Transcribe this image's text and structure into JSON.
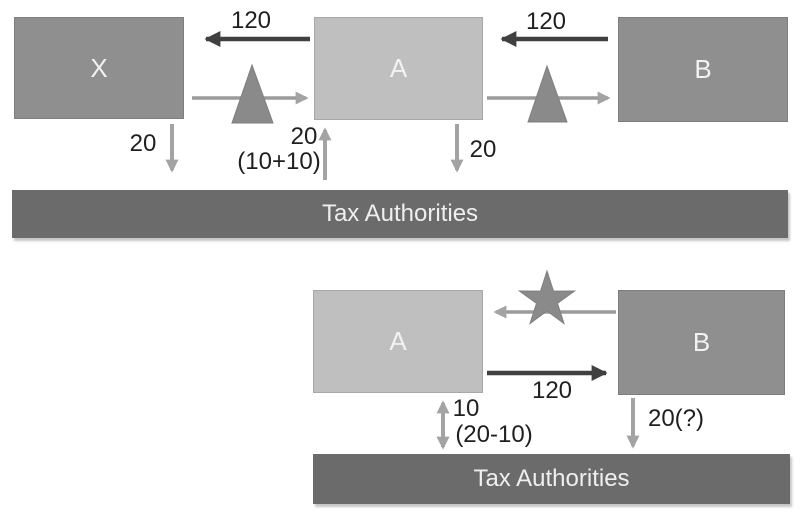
{
  "scenario_top": {
    "box_x_label": "X",
    "box_a_label": "A",
    "box_b_label": "B",
    "payment_b_to_a": "120",
    "payment_a_to_x": "120",
    "tax_x_down": "20",
    "tax_a_up": "20",
    "tax_a_up_detail": "(10+10)",
    "tax_a_down": "20",
    "bar_label": "Tax Authorities"
  },
  "scenario_bottom": {
    "box_a_label": "A",
    "box_b_label": "B",
    "payment_a_to_b": "120",
    "tax_a": "10",
    "tax_a_detail": "(20-10)",
    "tax_b": "20(?)",
    "bar_label": "Tax Authorities"
  },
  "colors": {
    "box_dark": "#8f8f8f",
    "box_light": "#bfbfbf",
    "tax_bar": "#6b6b6b",
    "arrow_dark": "#404040",
    "arrow_gray": "#9b9b9b",
    "shape_gray": "#8a8a8a",
    "label_text": "#1f1f1f",
    "box_text": "#f2f2f2"
  }
}
